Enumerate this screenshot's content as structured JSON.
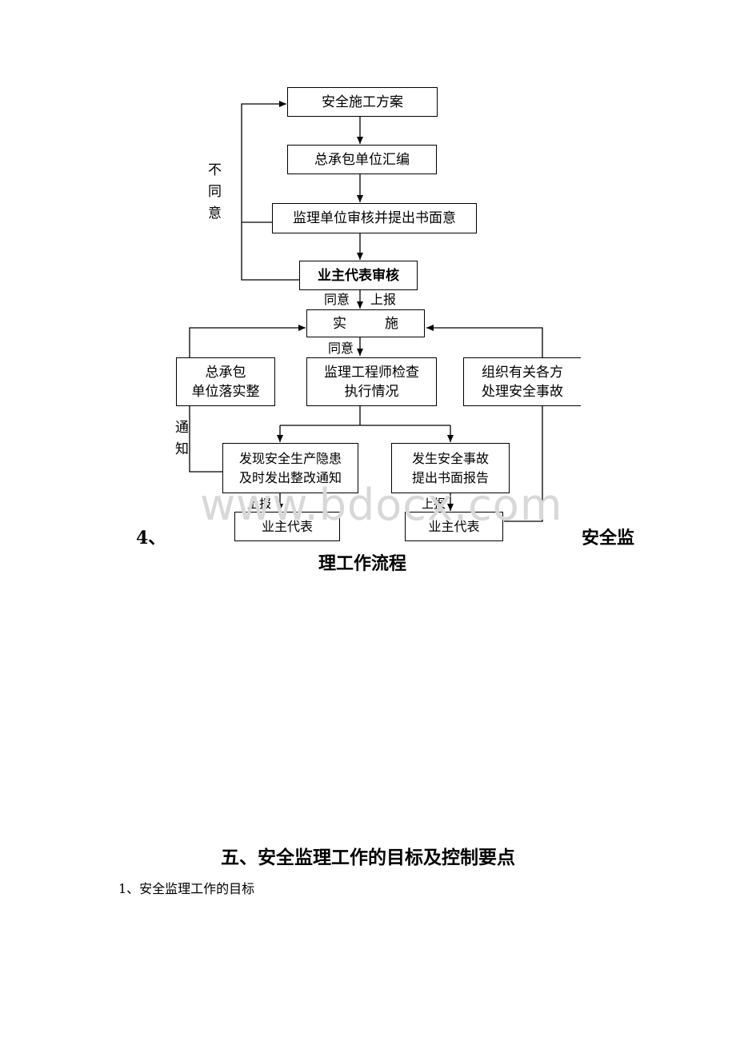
{
  "flowchart": {
    "nodes": {
      "plan": "安全施工方案",
      "compile": "总承包单位汇编",
      "review": "监理单位审核并提出书面意",
      "owner_review": "业主代表审核",
      "implement_a": "实",
      "implement_b": "施",
      "gc_rectify_1": "总承包",
      "gc_rectify_2": "单位落实整",
      "engineer_1": "监理工程师检查",
      "engineer_2": "执行情况",
      "organize_1": "组织有关各方",
      "organize_2": "处理安全事故",
      "hazard_1": "发现安全生产隐患",
      "hazard_2": "及时发出整改通知",
      "accident_1": "发生安全事故",
      "accident_2": "提出书面报告",
      "owner_rep_left": "业主代表",
      "owner_rep_right": "业主代表"
    },
    "labels": {
      "disagree": [
        "不",
        "同",
        "意"
      ],
      "agree_report_a": "同意",
      "agree_report_b": "上报",
      "agree2": "同意",
      "notify": [
        "通",
        "知"
      ],
      "report_left": "上报",
      "report_right": "上报"
    }
  },
  "heading4": {
    "number": "4、",
    "title_part1": "安全监",
    "title_part2": "理工作流程"
  },
  "section5": {
    "title": "五、安全监理工作的目标及控制要点",
    "item1": "1、安全监理工作的目标"
  },
  "watermark": "www.bdocx.com"
}
